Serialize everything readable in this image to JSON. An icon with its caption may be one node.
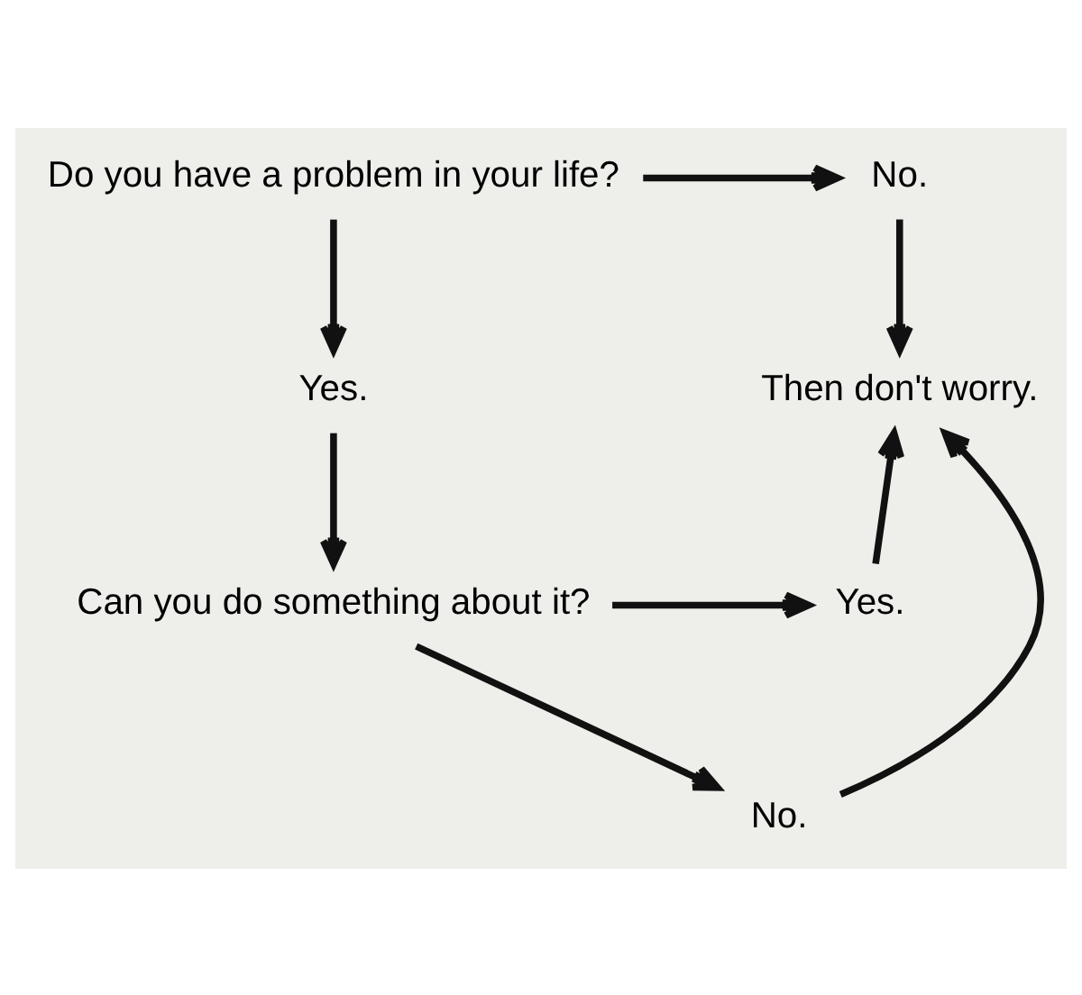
{
  "diagram": {
    "nodes": [
      {
        "text": [
          "Do you have a problem in your life?"
        ]
      },
      {
        "text": [
          "No."
        ]
      },
      {
        "text": [
          "Then don't worry."
        ]
      },
      {
        "text": [
          "Yes."
        ]
      },
      {
        "text": [
          "No."
        ]
      },
      {
        "text": [
          "Can you do something about it?"
        ]
      },
      {
        "text": [
          "Yes."
        ]
      }
    ],
    "edges": [
      {
        "from": 0,
        "to": 1,
        "arrow": "to"
      },
      {
        "from": 1,
        "to": 2,
        "arrow": "to"
      },
      {
        "from": 0,
        "to": 3,
        "arrow": "to"
      },
      {
        "from": 3,
        "to": 5,
        "arrow": "to"
      },
      {
        "from": 5,
        "to": 4,
        "arrow": "to"
      },
      {
        "from": 4,
        "to": 2,
        "arrow": "to"
      },
      {
        "from": 5,
        "to": 6,
        "arrow": "to"
      },
      {
        "from": 6,
        "to": 2,
        "arrow": "to"
      }
    ]
  }
}
